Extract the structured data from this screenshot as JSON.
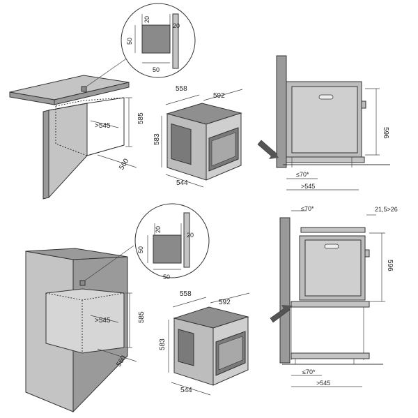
{
  "top_section": {
    "vent_detail": {
      "label_50_left": "50",
      "label_20_top_left": "20",
      "label_20_top_right": "20",
      "label_50_bottom": "50"
    },
    "niche": {
      "depth": ">545",
      "height": "585",
      "width": "560"
    },
    "oven": {
      "depth": "558",
      "width_top": "592",
      "height": "583",
      "width_bottom": "544"
    },
    "side_view": {
      "height": "596",
      "gap": "≤70*",
      "depth": ">545"
    }
  },
  "bottom_section": {
    "vent_detail": {
      "label_50_left": "50",
      "label_20_top_left": "20",
      "label_20_top_right": "20",
      "label_50_bottom": "50"
    },
    "niche": {
      "depth": ">545",
      "height": "585",
      "width": "560"
    },
    "oven": {
      "depth": "558",
      "width_top": "592",
      "height": "583",
      "width_bottom": "544"
    },
    "side_view": {
      "gap_top": "≤70*",
      "clearance": "21,5>26",
      "height": "596",
      "gap_bottom": "≤70*",
      "depth": ">545"
    }
  }
}
